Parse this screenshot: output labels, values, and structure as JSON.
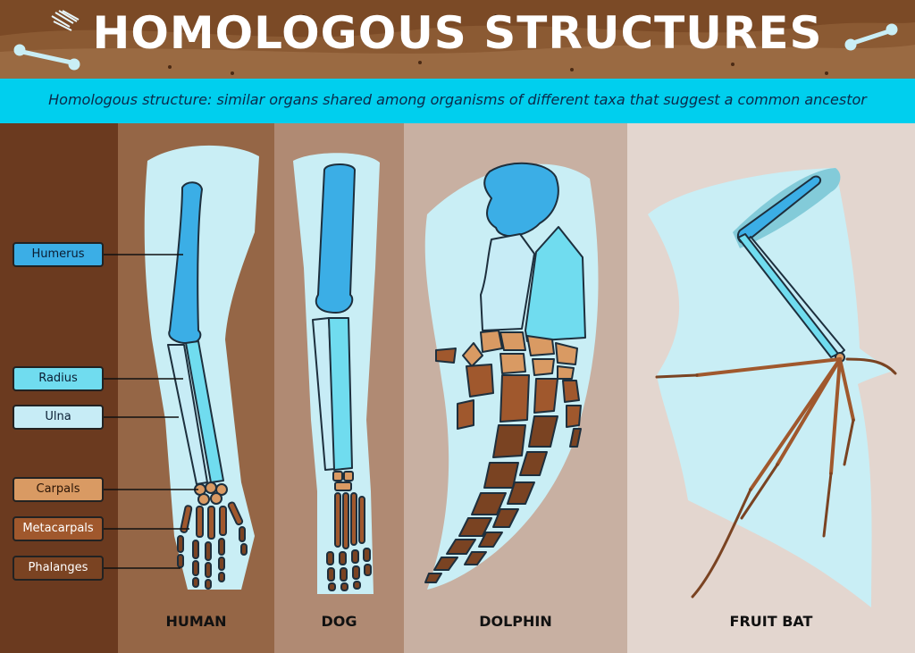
{
  "title": "HOMOLOGOUS STRUCTURES",
  "subtitle": "Homologous structure: similar organs shared among organisms of different taxa that suggest a common ancestor",
  "bones": [
    {
      "label": "Humerus",
      "color": "#3baee6"
    },
    {
      "label": "Radius",
      "color": "#70dcef"
    },
    {
      "label": "Ulna",
      "color": "#c7ecf6"
    },
    {
      "label": "Carpals",
      "color": "#d99a63"
    },
    {
      "label": "Metacarpals",
      "color": "#a0582d"
    },
    {
      "label": "Phalanges",
      "color": "#7a4322"
    }
  ],
  "animals": [
    "HUMAN",
    "DOG",
    "DOLPHIN",
    "FRUIT BAT"
  ]
}
